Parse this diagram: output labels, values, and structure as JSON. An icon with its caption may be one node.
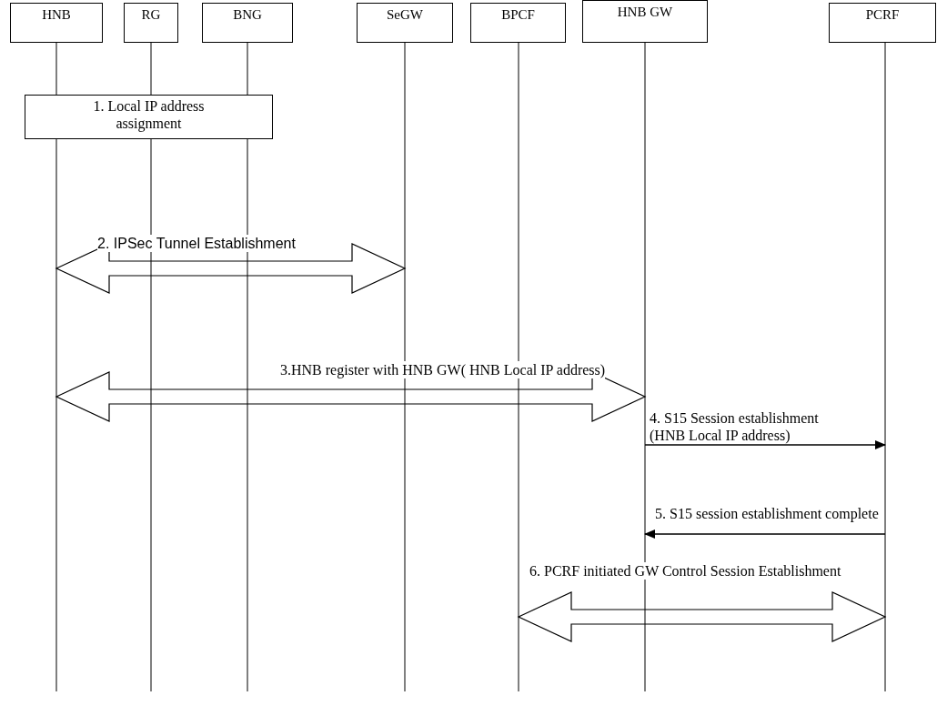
{
  "diagram": {
    "nodes": [
      {
        "text": [
          "HNB"
        ]
      },
      {
        "text": [
          "RG"
        ]
      },
      {
        "text": [
          "BNG"
        ]
      },
      {
        "text": [
          "SeGW"
        ]
      },
      {
        "text": [
          "BPCF"
        ]
      },
      {
        "text": [
          "HNB GW"
        ]
      },
      {
        "text": [
          "PCRF"
        ]
      },
      {
        "text": [
          "1. Local IP address assignment"
        ]
      }
    ],
    "edges": [
      {
        "from": 0,
        "to": 3,
        "arrow": "both",
        "label": "2. IPSec Tunnel Establishment",
        "style": "thick"
      },
      {
        "from": 0,
        "to": 5,
        "arrow": "both",
        "label": "3.HNB register with HNB GW( HNB Local IP address)",
        "style": "thick"
      },
      {
        "from": 5,
        "to": 6,
        "arrow": "to",
        "label": "4. S15 Session establishment (HNB Local IP address)"
      },
      {
        "from": 6,
        "to": 5,
        "arrow": "to",
        "label": "5. S15 session establishment complete"
      },
      {
        "from": 4,
        "to": 6,
        "arrow": "both",
        "label": "6. PCRF initiated GW Control Session Establishment",
        "style": "thick"
      }
    ]
  }
}
